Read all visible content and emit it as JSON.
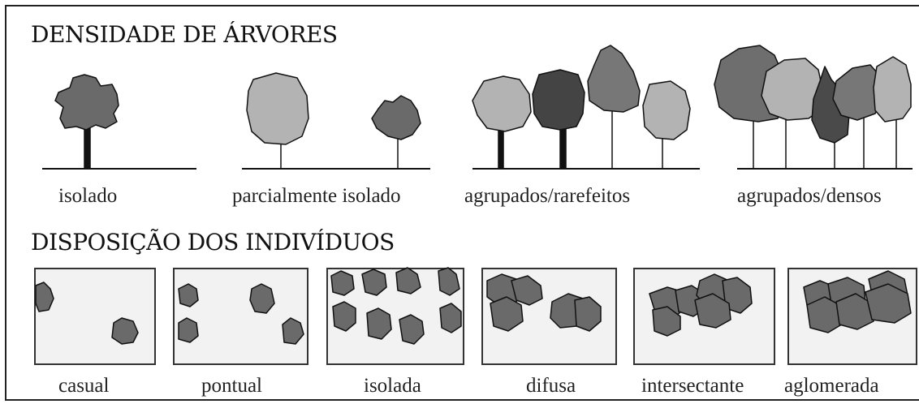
{
  "colors": {
    "dark": "#555555",
    "mid": "#7a7a7a",
    "light": "#b3b3b3",
    "box_fill": "#f2f2f2",
    "ink": "#111111"
  },
  "density": {
    "title": "DENSIDADE DE ÁRVORES",
    "labels": [
      "isolado",
      "parcialmente isolado",
      "agrupados/rarefeitos",
      "agrupados/densos"
    ]
  },
  "arrangement": {
    "title": "DISPOSIÇÃO DOS INDIVÍDUOS",
    "labels": [
      "casual",
      "pontual",
      "isolada",
      "difusa",
      "intersectante",
      "aglomerada"
    ]
  }
}
